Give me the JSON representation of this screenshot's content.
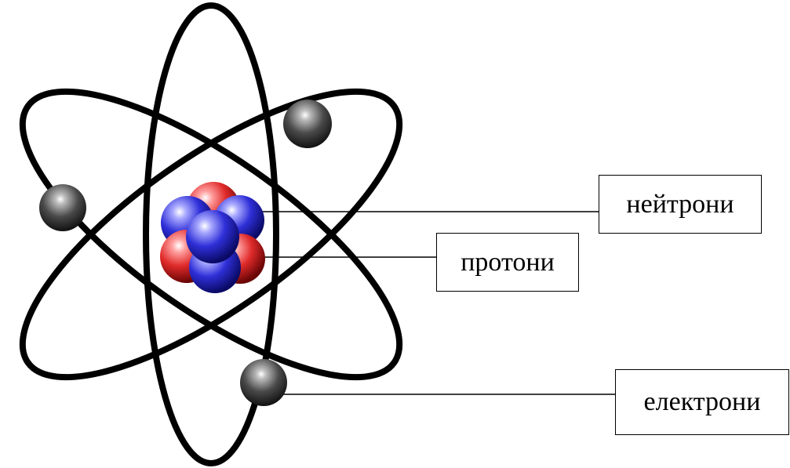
{
  "labels": {
    "neutrons": "нейтрони",
    "protons": "протони",
    "electrons": "електрони"
  },
  "colors": {
    "orbit": "#000000",
    "neutron": "#2f2fd8",
    "proton": "#e02a2a",
    "electron": "#3a3a3a",
    "leader_line": "#000000"
  },
  "icons": {
    "nucleus": "atom-nucleus",
    "electron": "electron-sphere"
  },
  "counts": {
    "electrons": 3,
    "orbits": 3
  }
}
